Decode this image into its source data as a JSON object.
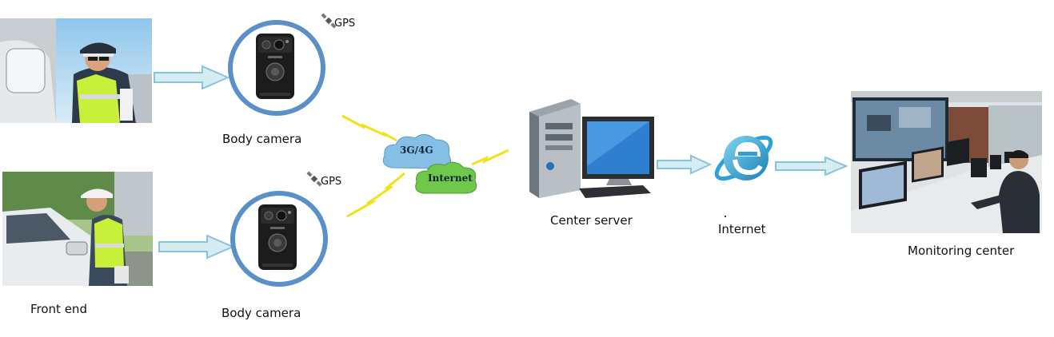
{
  "diagram": {
    "front_end_label": "Front end",
    "body_camera_top_label": "Body camera",
    "body_camera_bottom_label": "Body camera",
    "gps_top_label": "GPS",
    "gps_bottom_label": "GPS",
    "cloud_3g4g_label": "3G/4G",
    "cloud_internet_label": "Internet",
    "center_server_label": "Center server",
    "internet_label": "Internet",
    "monitoring_center_label": "Monitoring center"
  },
  "colors": {
    "arrow_fill": "#d6ecf3",
    "arrow_stroke": "#88c4d8",
    "camera_ring": "#5a8fc8",
    "cloud_blue": "#86bfe6",
    "cloud_green": "#6fc84a",
    "lightning": "#f2e21a"
  }
}
